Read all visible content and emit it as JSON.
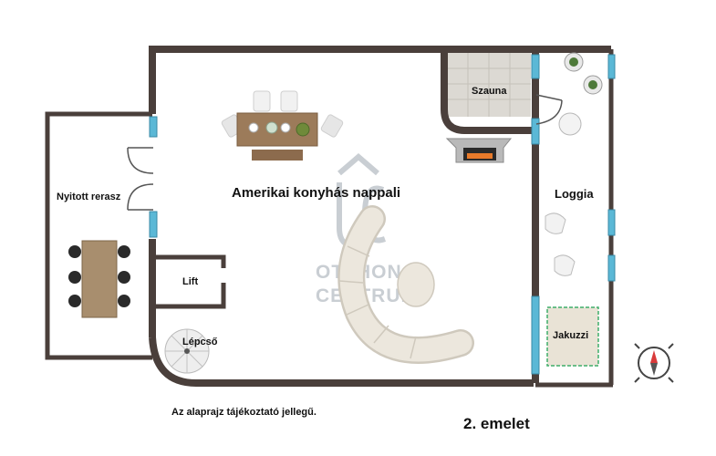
{
  "rooms": {
    "living": "Amerikai konyhás nappali",
    "terrace": "Nyitott rerasz",
    "sauna": "Szauna",
    "loggia": "Loggia",
    "lift": "Lift",
    "stairs": "Lépcső",
    "jacuzzi": "Jakuzzi"
  },
  "notes": {
    "disclaimer": "Az alaprajz tájékoztató jellegű.",
    "floor": "2. emelet"
  },
  "watermark": {
    "line1": "OTTHON",
    "line2": "CENTRUM"
  },
  "colors": {
    "wall": "#4a3f3b",
    "window": "#5bb8d6",
    "sauna_floor": "#d9d6d0",
    "jacuzzi_border": "#3fae6a",
    "sofa": "#e8e4da",
    "watermark": "#c9ced3"
  }
}
